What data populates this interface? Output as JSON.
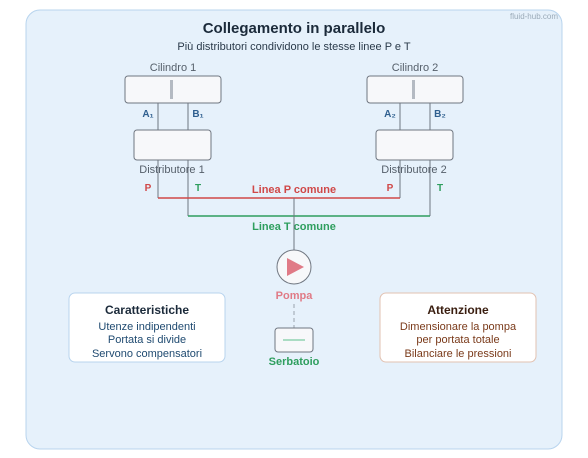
{
  "watermark": "fluid-hub.com",
  "title": "Collegamento in parallelo",
  "subtitle": "Più distributori condividono le stesse linee P e T",
  "cylinders": [
    {
      "label": "Cilindro 1",
      "port_a": "A₁",
      "port_b": "B₁"
    },
    {
      "label": "Cilindro 2",
      "port_a": "A₂",
      "port_b": "B₂"
    }
  ],
  "valves": [
    {
      "label": "Distributore 1",
      "port_p": "P",
      "port_t": "T"
    },
    {
      "label": "Distributore 2",
      "port_p": "P",
      "port_t": "T"
    }
  ],
  "lines": {
    "p_common": "Linea P comune",
    "t_common": "Linea T comune"
  },
  "pump_label": "Pompa",
  "tank_label": "Serbatoio",
  "features": {
    "title": "Caratteristiche",
    "items": [
      "Utenze indipendenti",
      "Portata si divide",
      "Servono compensatori"
    ]
  },
  "warning": {
    "title": "Attenzione",
    "items": [
      "Dimensionare la pompa",
      "per portata totale",
      "Bilanciare le pressioni"
    ]
  },
  "colors": {
    "pressure": "#d04848",
    "tank": "#2e9e5e",
    "port": "#2f5f8f",
    "feature_text": "#1f4a70",
    "warning_text": "#7a3a1a",
    "panel_bg": "#e6f1fb",
    "panel_border": "#b8d4ee"
  }
}
